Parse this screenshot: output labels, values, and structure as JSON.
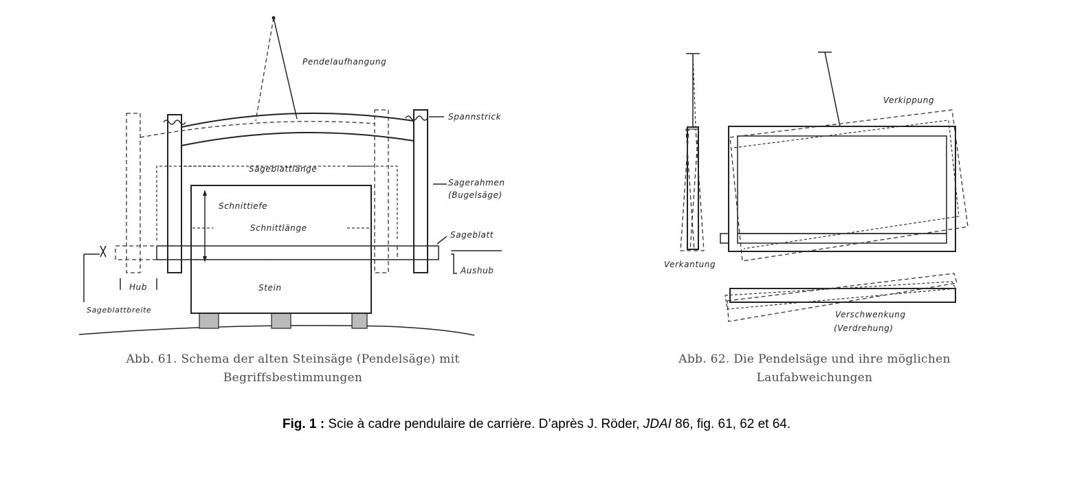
{
  "figure_61": {
    "labels": {
      "pendelaufhangung": "Pendelaufhangung",
      "spannstrick": "Spannstrick",
      "sageblattlange": "Sägeblattlänge",
      "sagerahmen": "Sagerahmen",
      "bugelsage": "(Bugelsäge)",
      "schnittiefe": "Schnittiefe",
      "schnittlange": "Schnittlänge",
      "sageblatt": "Sageblatt",
      "aushub": "Aushub",
      "hub": "Hub",
      "stein": "Stein",
      "sageblattbreite": "Sageblattbreite"
    },
    "caption_line1": "Abb. 61. Schema der alten Steinsäge (Pendelsäge) mit",
    "caption_line2": "Begriffsbestimmungen"
  },
  "figure_62": {
    "labels": {
      "verkippung": "Verkippung",
      "verkantung": "Verkantung",
      "verschwenkung": "Verschwenkung",
      "verdrehung": "(Verdrehung)"
    },
    "caption_line1": "Abb. 62. Die Pendelsäge und ihre möglichen",
    "caption_line2": "Laufabweichungen"
  },
  "footer": {
    "fig_label": "Fig. 1 :",
    "text_before": " Scie à cadre pendulaire de carrière. D’après J. Röder, ",
    "journal": "JDAI",
    "text_after": " 86, fig. 61, 62 et 64."
  }
}
